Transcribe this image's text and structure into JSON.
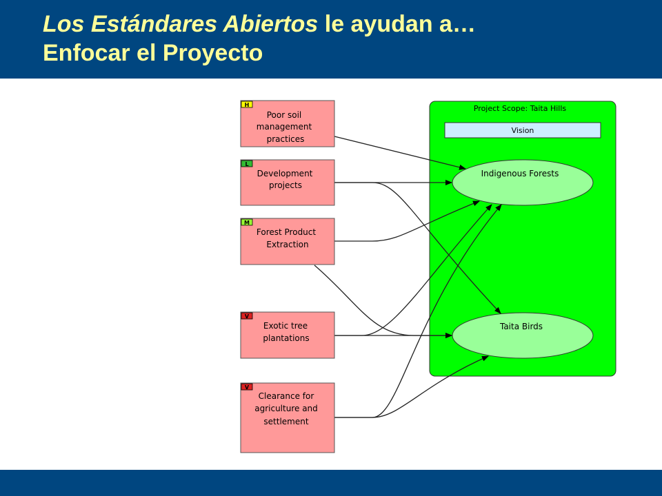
{
  "header": {
    "title_italic": "Los Estándares Abiertos",
    "title_rest": " le ayudan a…",
    "title_line2": "Enfocar el Proyecto"
  },
  "scope": {
    "label": "Project Scope: Taita Hills",
    "vision": "Vision"
  },
  "targets": {
    "forests": "Indigenous Forests",
    "birds": "Taita Birds"
  },
  "threats": [
    {
      "badge": "H",
      "lines": [
        "Poor soil",
        "management",
        "practices"
      ]
    },
    {
      "badge": "L",
      "lines": [
        "Development",
        "projects"
      ]
    },
    {
      "badge": "M",
      "lines": [
        "Forest Product",
        "Extraction"
      ]
    },
    {
      "badge": "V",
      "lines": [
        "Exotic tree",
        "plantations"
      ]
    },
    {
      "badge": "V",
      "lines": [
        "Clearance for",
        "agriculture and",
        "settlement"
      ]
    }
  ],
  "colors": {
    "header_bg": "#004680",
    "title_text": "#ffff99",
    "threat_fill": "#ff9999",
    "scope_fill": "#00ff00",
    "target_fill": "#99ff99",
    "vision_fill": "#cceeff",
    "badge_H": "#ffff00",
    "badge_L": "#33bb33",
    "badge_M": "#99ff33",
    "badge_V": "#dd2222"
  }
}
